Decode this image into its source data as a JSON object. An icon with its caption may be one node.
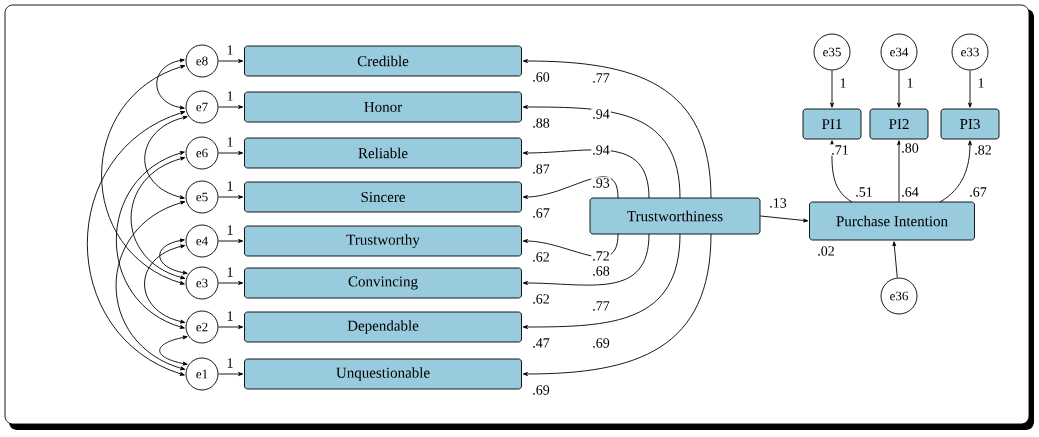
{
  "diagram": {
    "nodes": [
      {
        "text": [
          "e8"
        ]
      },
      {
        "text": [
          "e7"
        ]
      },
      {
        "text": [
          "e6"
        ]
      },
      {
        "text": [
          "e5"
        ]
      },
      {
        "text": [
          "e4"
        ]
      },
      {
        "text": [
          "e3"
        ]
      },
      {
        "text": [
          "e2"
        ]
      },
      {
        "text": [
          "e1"
        ]
      },
      {
        "text": [
          "Credible"
        ],
        "beside": [
          ".60"
        ]
      },
      {
        "text": [
          "Honor"
        ],
        "beside": [
          ".88"
        ]
      },
      {
        "text": [
          "Reliable"
        ],
        "beside": [
          ".87"
        ]
      },
      {
        "text": [
          "Sincere"
        ],
        "beside": [
          ".67"
        ]
      },
      {
        "text": [
          "Trustworthy"
        ],
        "beside": [
          ".62"
        ]
      },
      {
        "text": [
          "Convincing"
        ],
        "beside": [
          ".62"
        ]
      },
      {
        "text": [
          "Dependable"
        ],
        "beside": [
          ".47"
        ]
      },
      {
        "text": [
          "Unquestionable"
        ],
        "beside": [
          ".69"
        ]
      },
      {
        "text": [
          "Trustworthiness"
        ]
      },
      {
        "text": [
          "Purchase Intention"
        ],
        "beside": [
          ".02"
        ]
      },
      {
        "text": [
          "PI1"
        ]
      },
      {
        "text": [
          "PI2"
        ]
      },
      {
        "text": [
          "PI3"
        ]
      },
      {
        "text": [
          "e35"
        ]
      },
      {
        "text": [
          "e34"
        ]
      },
      {
        "text": [
          "e33"
        ]
      },
      {
        "text": [
          "e36"
        ]
      }
    ],
    "edges": [
      {
        "from": 0,
        "to": 8,
        "arrow": "to",
        "label": "1"
      },
      {
        "from": 1,
        "to": 9,
        "arrow": "to",
        "label": "1"
      },
      {
        "from": 2,
        "to": 10,
        "arrow": "to",
        "label": "1"
      },
      {
        "from": 3,
        "to": 11,
        "arrow": "to",
        "label": "1"
      },
      {
        "from": 4,
        "to": 12,
        "arrow": "to",
        "label": "1"
      },
      {
        "from": 5,
        "to": 13,
        "arrow": "to",
        "label": "1"
      },
      {
        "from": 6,
        "to": 14,
        "arrow": "to",
        "label": "1"
      },
      {
        "from": 7,
        "to": 15,
        "arrow": "to",
        "label": "1"
      },
      {
        "from": 16,
        "to": 8,
        "arrow": "to",
        "label": ".77"
      },
      {
        "from": 16,
        "to": 9,
        "arrow": "to",
        "label": ".94"
      },
      {
        "from": 16,
        "to": 10,
        "arrow": "to",
        "label": ".94"
      },
      {
        "from": 16,
        "to": 11,
        "arrow": "to",
        "label": ".93"
      },
      {
        "from": 16,
        "to": 12,
        "arrow": "to",
        "label": ".72"
      },
      {
        "from": 16,
        "to": 13,
        "arrow": "to",
        "label": ".68"
      },
      {
        "from": 16,
        "to": 14,
        "arrow": "to",
        "label": ".77"
      },
      {
        "from": 16,
        "to": 15,
        "arrow": "to",
        "label": ".69"
      },
      {
        "from": 16,
        "to": 17,
        "arrow": "to",
        "label": ".13"
      },
      {
        "from": 17,
        "to": 18,
        "arrow": "to",
        "label": ".71"
      },
      {
        "from": 17,
        "to": 19,
        "arrow": "to",
        "label": ".80"
      },
      {
        "from": 17,
        "to": 20,
        "arrow": "to",
        "label": ".82"
      },
      {
        "from": 21,
        "to": 18,
        "arrow": "to",
        "label": "1"
      },
      {
        "from": 22,
        "to": 19,
        "arrow": "to",
        "label": "1"
      },
      {
        "from": 23,
        "to": 20,
        "arrow": "to",
        "label": "1"
      },
      {
        "from": 24,
        "to": 17,
        "arrow": "to"
      },
      {
        "from": 0,
        "to": 1,
        "arrow": "both"
      },
      {
        "from": 0,
        "to": 5,
        "arrow": "both"
      },
      {
        "from": 1,
        "to": 7,
        "arrow": "both"
      },
      {
        "from": 1,
        "to": 3,
        "arrow": "both"
      },
      {
        "from": 2,
        "to": 6,
        "arrow": "both"
      },
      {
        "from": 2,
        "to": 5,
        "arrow": "both"
      },
      {
        "from": 3,
        "to": 7,
        "arrow": "both"
      },
      {
        "from": 4,
        "to": 5,
        "arrow": "both"
      },
      {
        "from": 4,
        "to": 6,
        "arrow": "both"
      },
      {
        "from": 6,
        "to": 7,
        "arrow": "both"
      }
    ],
    "labels": [
      ".51",
      ".64",
      ".67"
    ]
  }
}
